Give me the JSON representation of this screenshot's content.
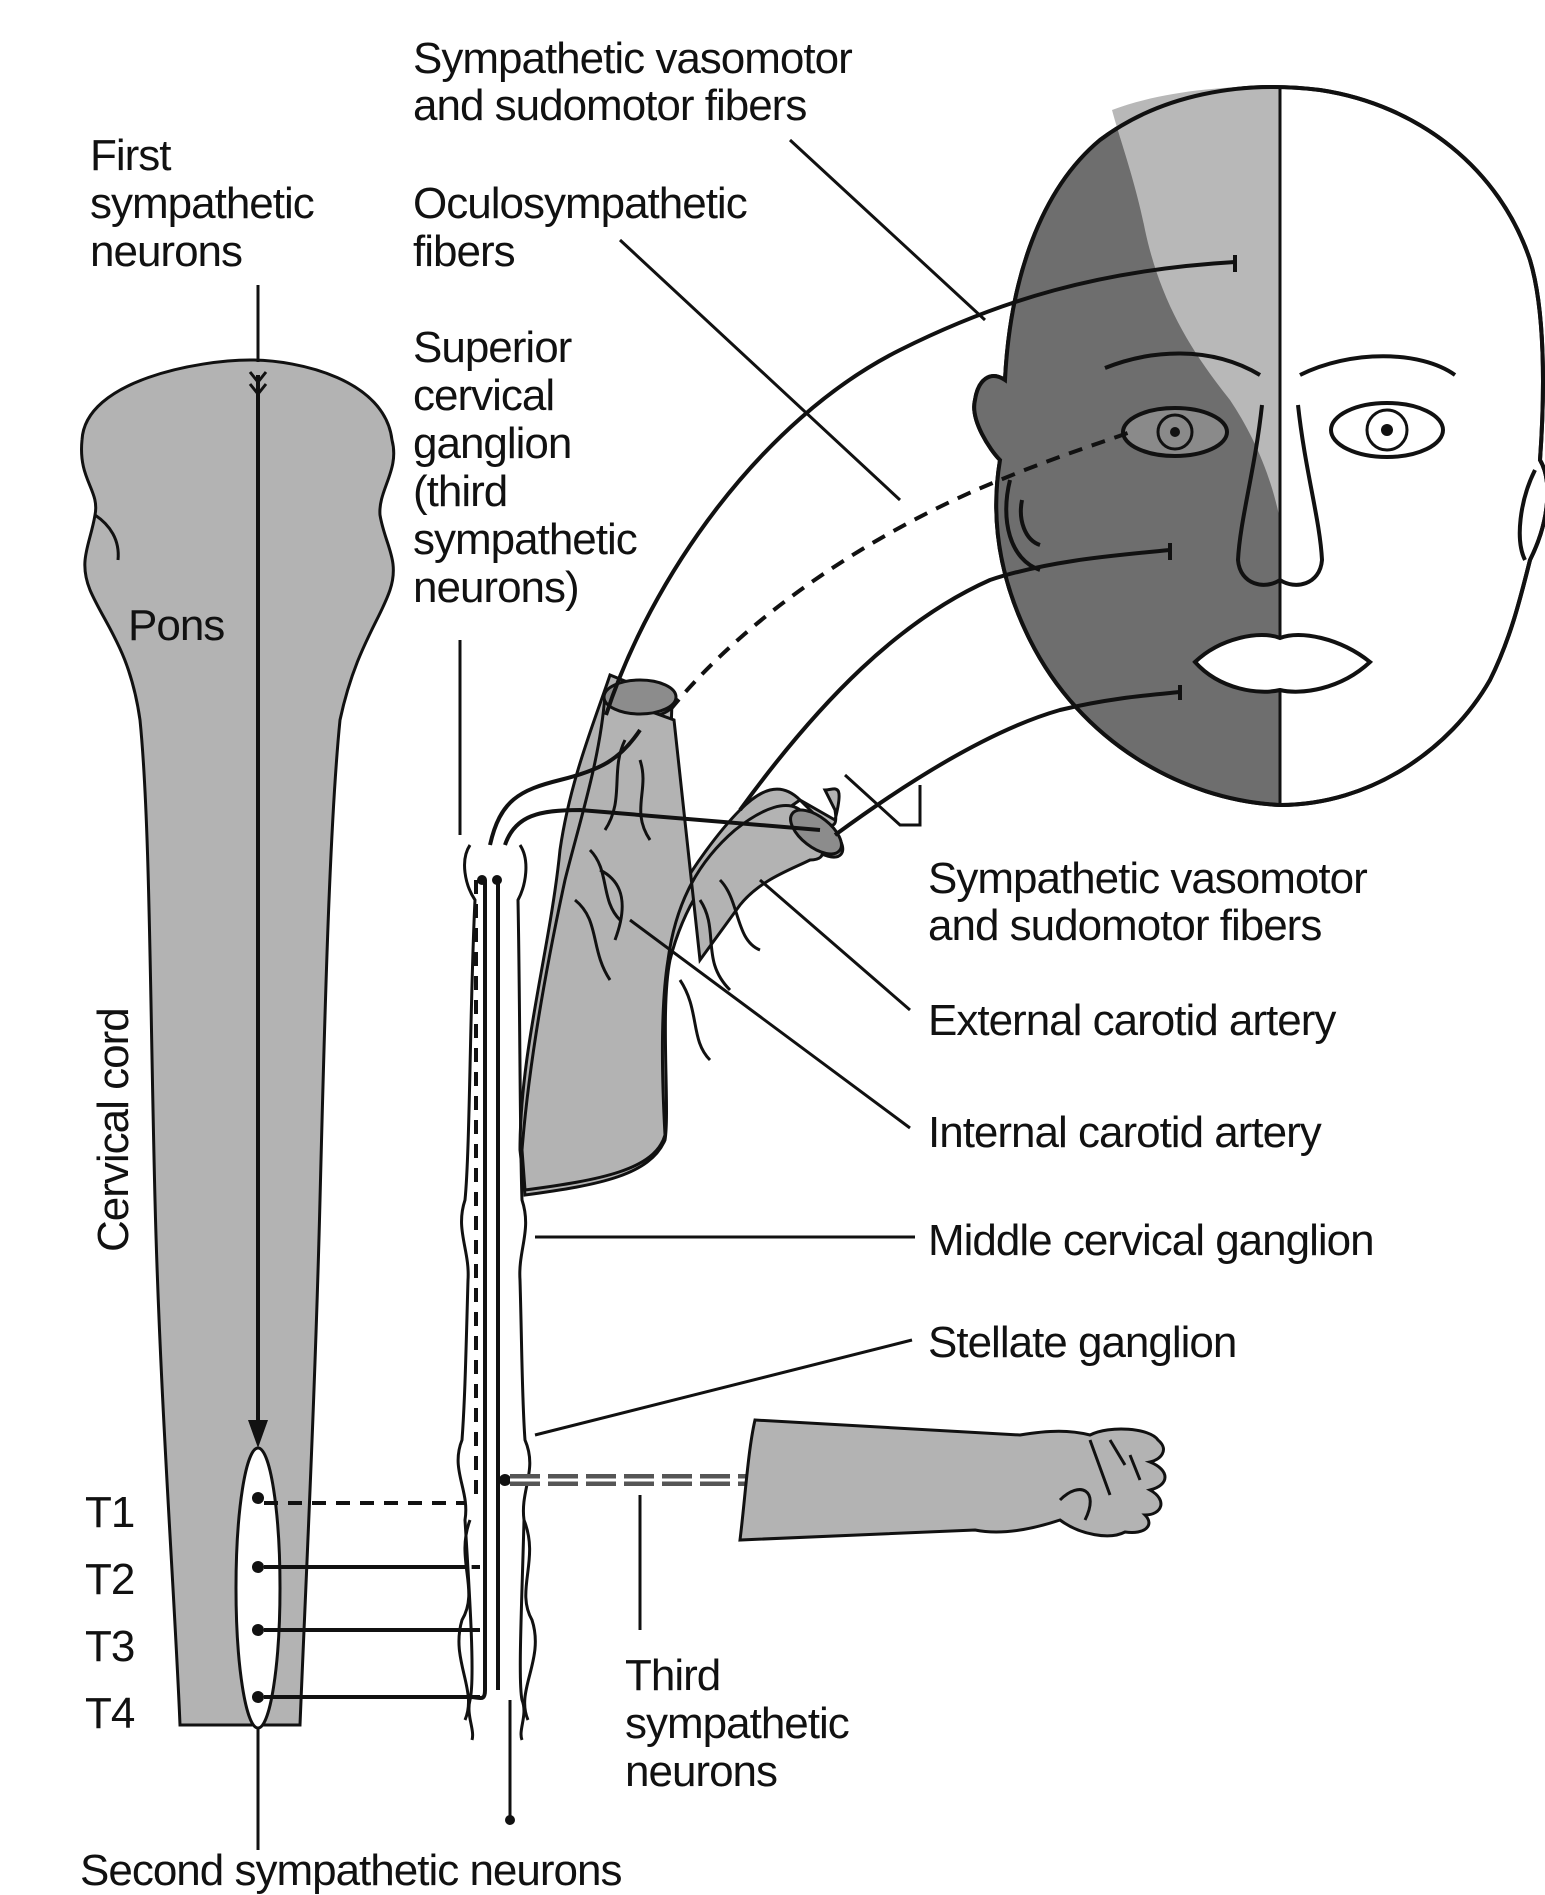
{
  "labels": {
    "sympathetic_top_line1": "Sympathetic vasomotor",
    "sympathetic_top_line2": "and sudomotor fibers",
    "first_neurons_line1": "First",
    "first_neurons_line2": "sympathetic",
    "first_neurons_line3": "neurons",
    "oculo_line1": "Oculosympathetic",
    "oculo_line2": "fibers",
    "scg_line1": "Superior",
    "scg_line2": "cervical",
    "scg_line3": "ganglion",
    "scg_line4": "(third",
    "scg_line5": "sympathetic",
    "scg_line6": "neurons)",
    "pons": "Pons",
    "cervical_cord": "Cervical cord",
    "sympathetic_right_line1": "Sympathetic vasomotor",
    "sympathetic_right_line2": "and sudomotor fibers",
    "external_carotid": "External carotid artery",
    "internal_carotid": "Internal carotid artery",
    "middle_cervical": "Middle cervical ganglion",
    "stellate": "Stellate ganglion",
    "t1": "T1",
    "t2": "T2",
    "t3": "T3",
    "t4": "T4",
    "third_neurons_line1": "Third",
    "third_neurons_line2": "sympathetic",
    "third_neurons_line3": "neurons",
    "second_neurons": "Second sympathetic neurons"
  },
  "colors": {
    "tissue": "#b3b3b3",
    "face_dark": "#6e6e6e",
    "face_light": "#b8b8b8",
    "line": "#111111"
  }
}
